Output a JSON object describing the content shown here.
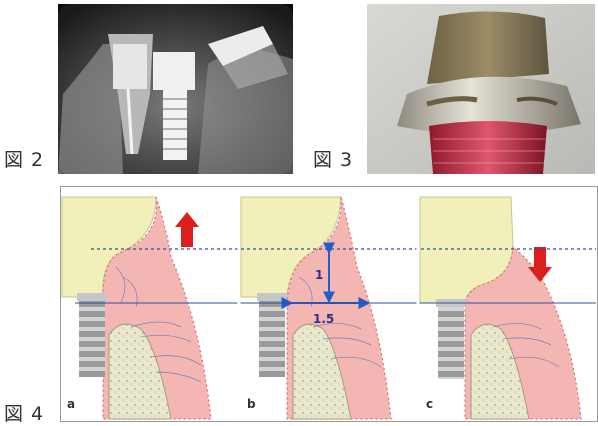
{
  "figures": {
    "fig2": {
      "label": "図 2"
    },
    "fig3": {
      "label": "図 3"
    },
    "fig4": {
      "label": "図 4",
      "panels": [
        {
          "letter": "a"
        },
        {
          "letter": "b",
          "vertical_measure": "1",
          "horizontal_measure": "1.5"
        },
        {
          "letter": "c"
        }
      ]
    }
  },
  "colors": {
    "crown": "#f1efba",
    "gingiva": "#f4b6b2",
    "bone": "#e9e7cc",
    "arrow": "#dc1e1e",
    "measure": "#1e5fcc"
  }
}
